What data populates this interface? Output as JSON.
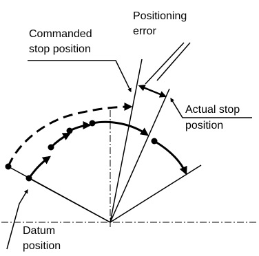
{
  "labels": {
    "positioning_error_1": "Positioning",
    "positioning_error_2": "error",
    "commanded_stop_1": "Commanded",
    "commanded_stop_2": "stop position",
    "actual_stop_1": "Actual stop",
    "actual_stop_2": "position",
    "datum_1": "Datum",
    "datum_2": "position"
  },
  "colors": {
    "line": "#000000",
    "background": "#ffffff"
  }
}
